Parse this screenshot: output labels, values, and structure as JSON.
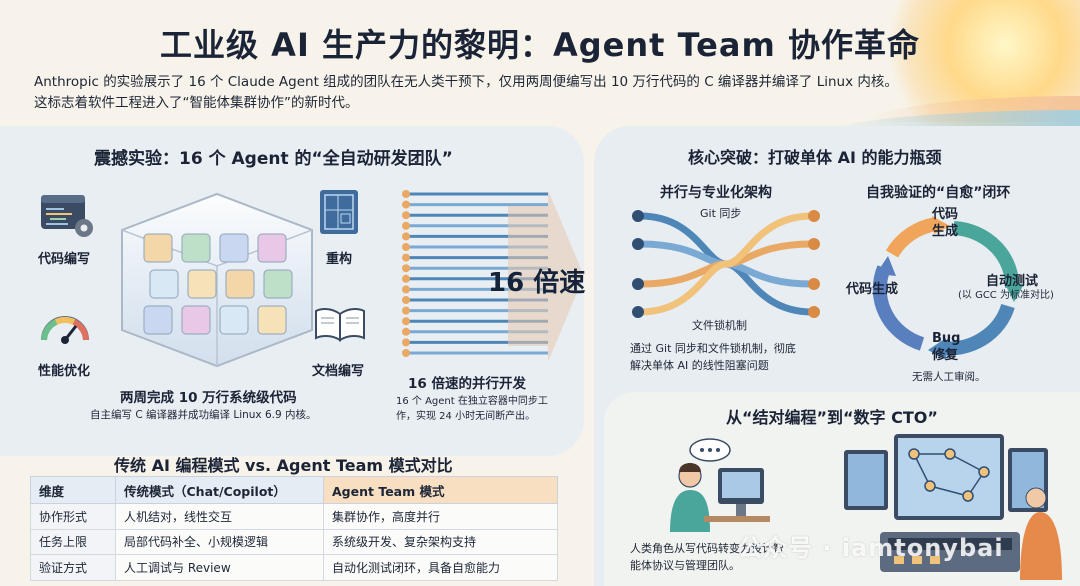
{
  "header": {
    "title": "工业级 AI 生产力的黎明：Agent Team 协作革命",
    "intro_line1": "Anthropic 的实验展示了 16 个 Claude Agent 组成的团队在无人类干预下，仅用两周便编写出 10 万行代码的 C 编译器并编译了 Linux 内核。",
    "intro_line2": "这标志着软件工程进入了“智能体集群协作”的新时代。"
  },
  "experiment": {
    "heading": "震撼实验：16 个 Agent 的“全自动研发团队”",
    "labels": {
      "code_writing": "代码编写",
      "refactor": "重构",
      "perf": "性能优化",
      "docs": "文档编写"
    },
    "result_title": "两周完成 10 万行系统级代码",
    "result_desc": "自主编写 C 编译器并成功编译 Linux 6.9 内核。",
    "speed_badge": "16 倍速",
    "parallel_title": "16 倍速的并行开发",
    "parallel_desc_line1": "16 个 Agent 在独立容器中同步工",
    "parallel_desc_line2": "作，实现 24 小时无间断产出。"
  },
  "comparison": {
    "heading": "传统 AI 编程模式 vs. Agent Team 模式对比",
    "columns": [
      "维度",
      "传统模式（Chat/Copilot）",
      "Agent Team 模式"
    ],
    "rows": [
      [
        "协作形式",
        "人机结对，线性交互",
        "集群协作，高度并行"
      ],
      [
        "任务上限",
        "局部代码补全、小规模逻辑",
        "系统级开发、复杂架构支持"
      ],
      [
        "验证方式",
        "人工调试与 Review",
        "自动化测试闭环，具备自愈能力"
      ]
    ]
  },
  "breakthrough": {
    "heading": "核心突破：打破单体 AI 的能力瓶颈",
    "parallel": {
      "title": "并行与专业化架构",
      "git_sync": "Git 同步",
      "file_lock": "文件锁机制",
      "desc_line1": "通过 Git 同步和文件锁机制，彻底",
      "desc_line2": "解决单体 AI 的线性阻塞问题"
    },
    "loop": {
      "title": "自我验证的“自愈”闭环",
      "code_gen_top_1": "代码",
      "code_gen_top_2": "生成",
      "code_gen_left": "代码生成",
      "auto_test": "自动测试",
      "auto_test_sub": "(以 GCC 为标准对比)",
      "bug_fix_1": "Bug",
      "bug_fix_2": "修复",
      "no_review": "无需人工审阅。"
    }
  },
  "cto": {
    "heading": "从“结对编程”到“数字 CTO”",
    "desc_line1": "人类角色从写代码转变为设计智",
    "desc_line2": "能体协议与管理团队。"
  },
  "watermark": "公众号 · iamtonybai",
  "colors": {
    "accent_orange": "#f0a55a",
    "accent_blue": "#4f86b8",
    "accent_teal": "#4aa59a",
    "navy": "#1b2436"
  }
}
